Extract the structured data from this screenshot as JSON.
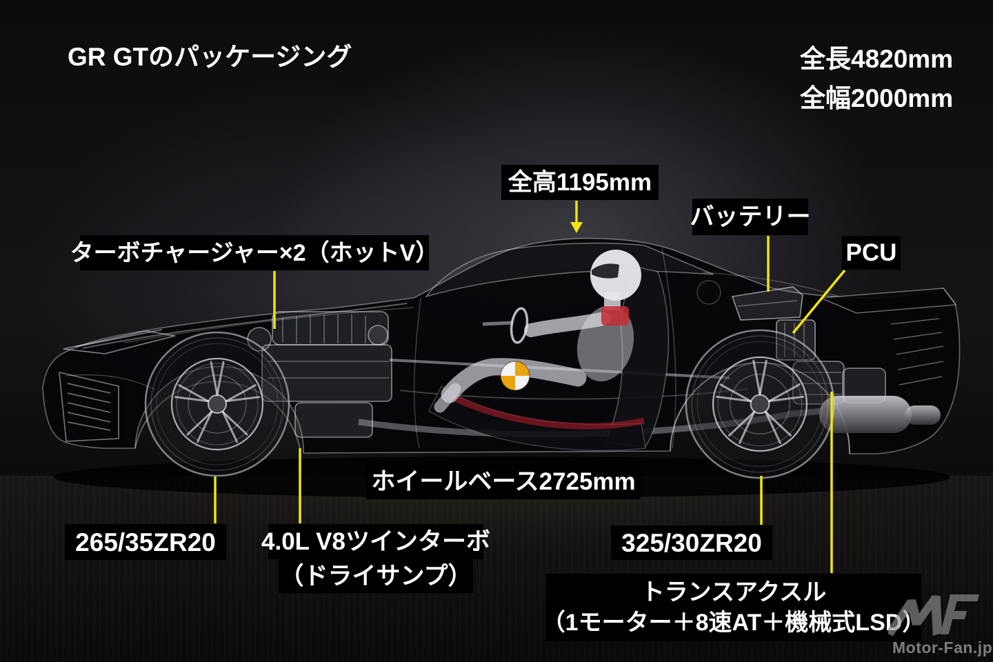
{
  "header": {
    "title": "GR GTのパッケージング",
    "overall_length": "全長4820mm",
    "overall_width": "全幅2000mm"
  },
  "callouts": {
    "overall_height": "全高1195mm",
    "battery": "バッテリー",
    "pcu": "PCU",
    "turbocharger": "ターボチャージャー×2（ホットV）",
    "wheelbase": "ホイールベース2725mm",
    "front_tire": "265/35ZR20",
    "engine_line1": "4.0L V8ツインターボ",
    "engine_line2": "（ドライサンプ）",
    "rear_tire": "325/30ZR20",
    "transaxle_line1": "トランスアクスル",
    "transaxle_line2": "（1モーター＋8速AT＋機械式LSD）"
  },
  "watermark": {
    "text": "Motor-Fan.jp"
  },
  "colors": {
    "callout_line": "#f2e411",
    "label_background": "#000000",
    "label_text": "#ffffff",
    "cog_amber": "#e9a511",
    "background": "#0d0d10"
  }
}
